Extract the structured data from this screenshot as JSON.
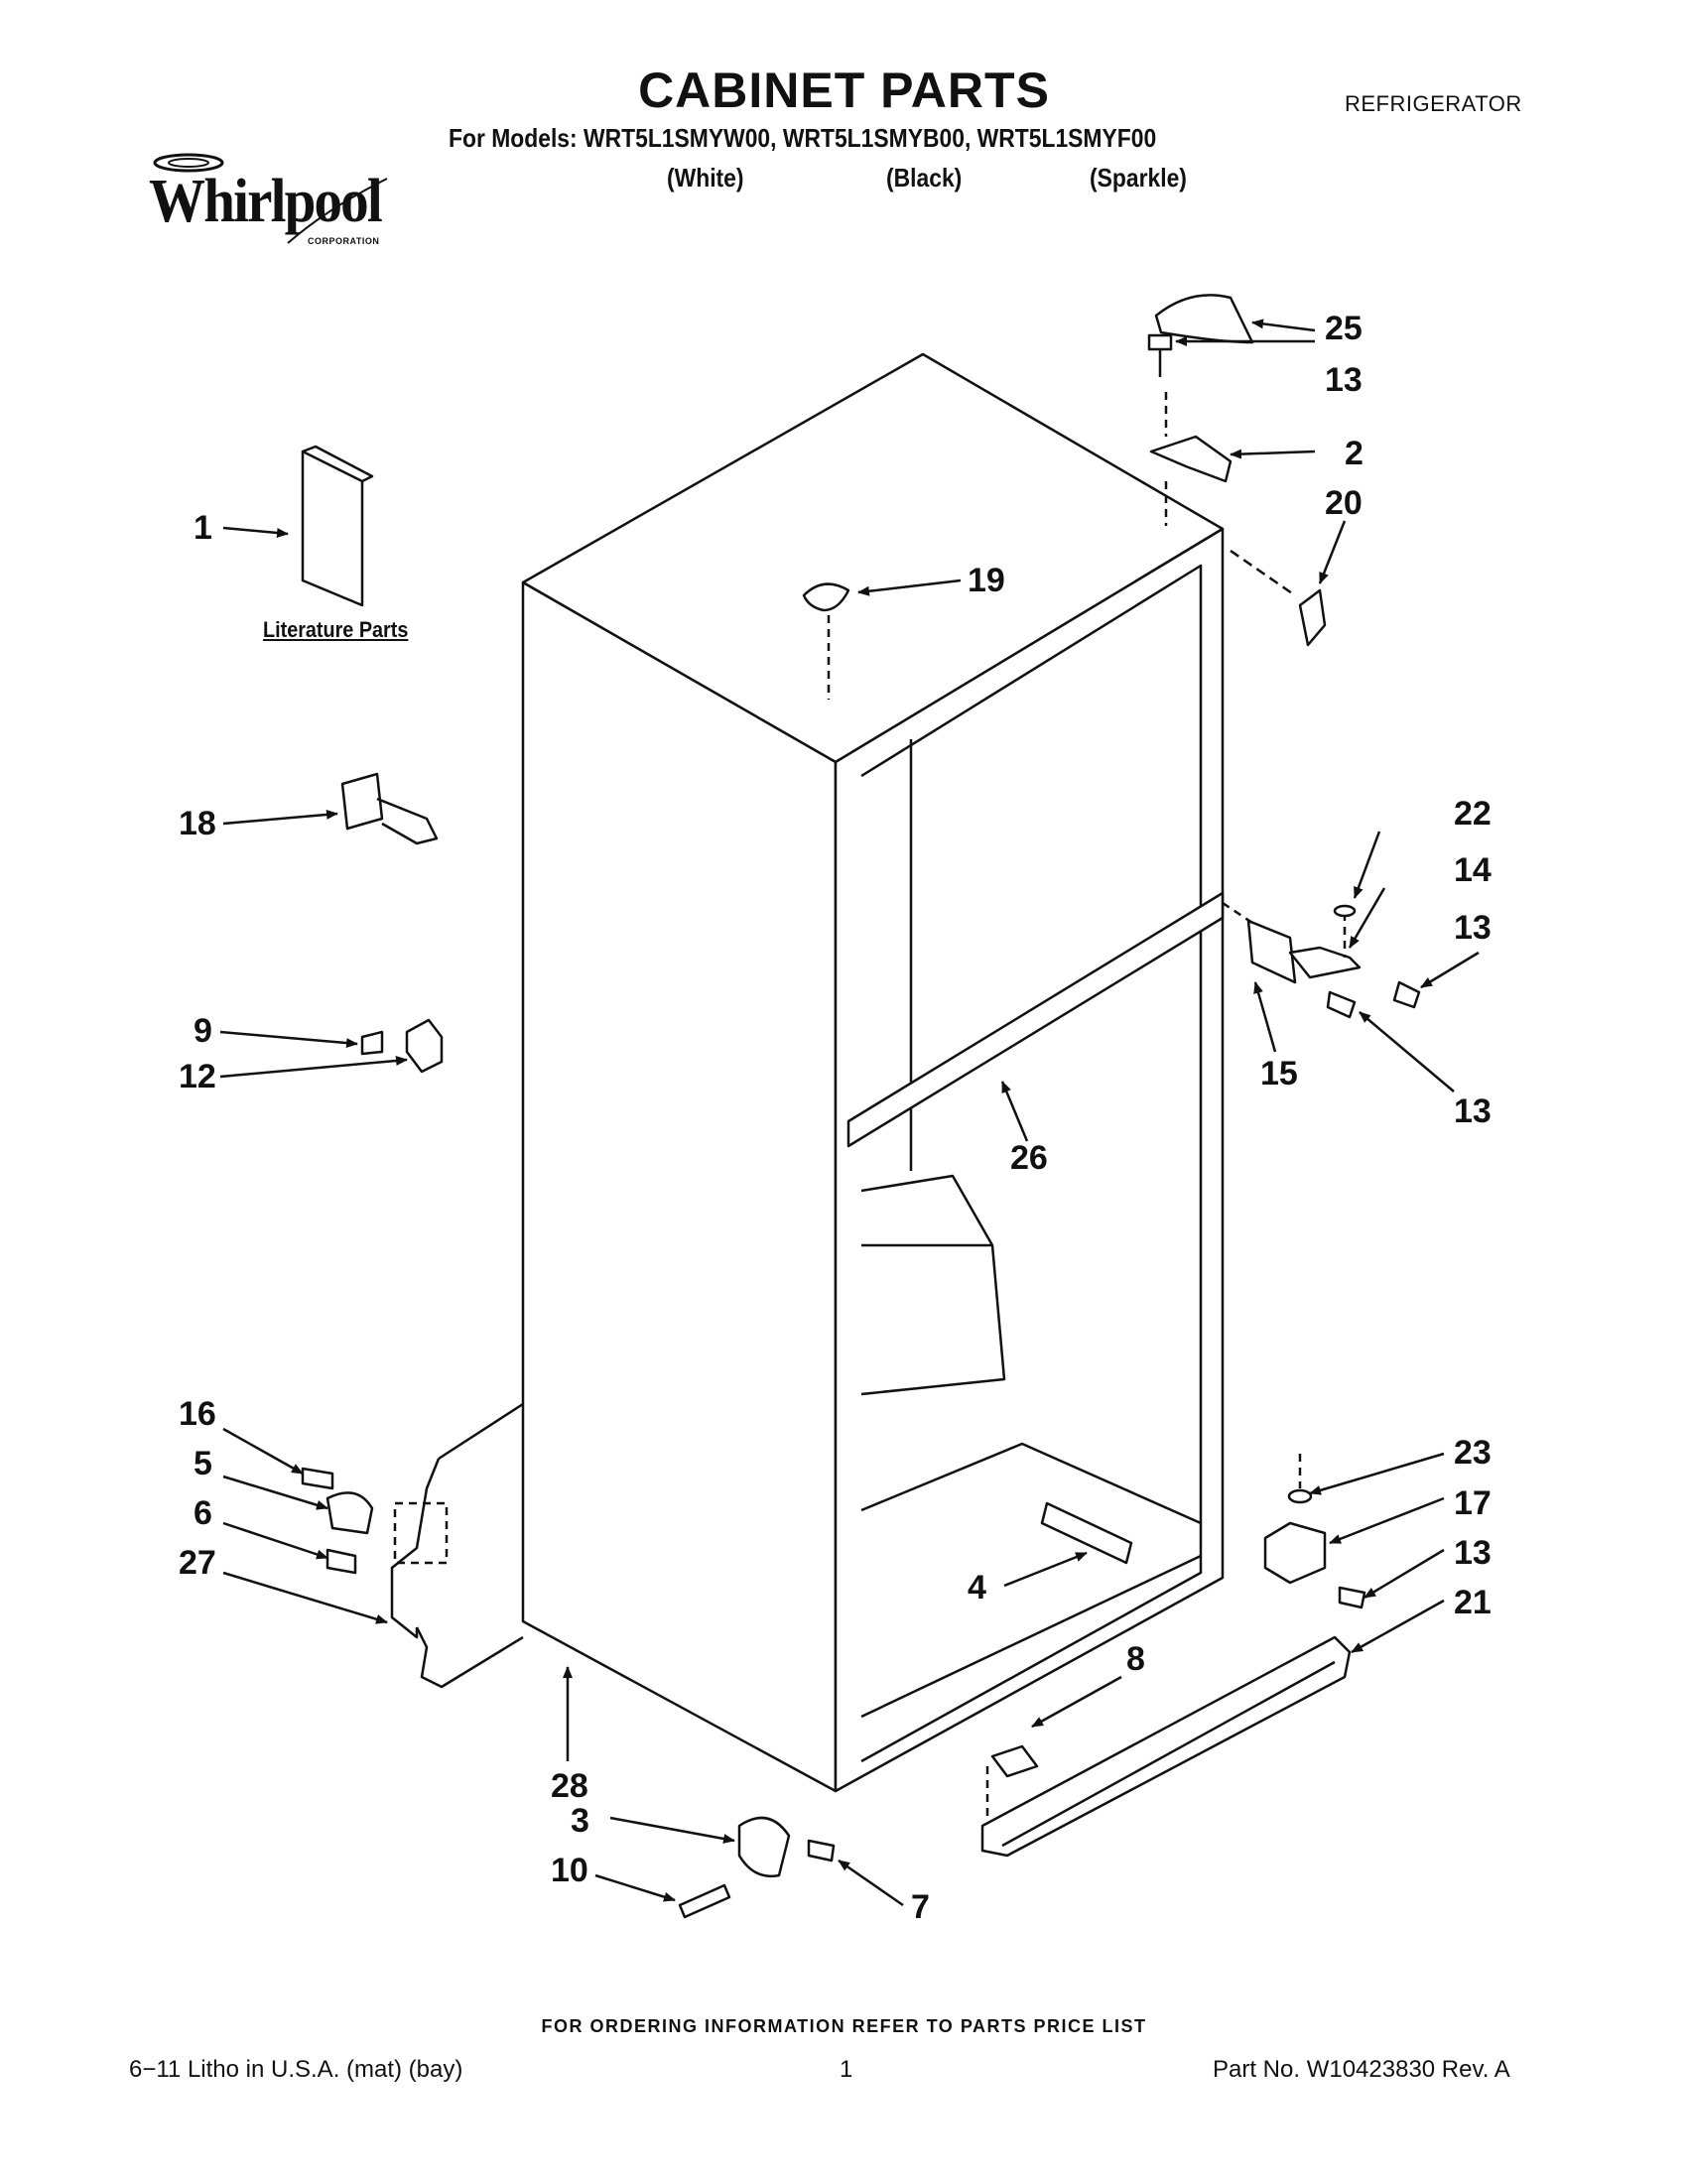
{
  "header": {
    "title": "CABINET PARTS",
    "appliance": "REFRIGERATOR",
    "models_line": "For Models: WRT5L1SMYW00, WRT5L1SMYB00, WRT5L1SMYF00",
    "colors": [
      "(White)",
      "(Black)",
      "(Sparkle)"
    ]
  },
  "logo": {
    "wordmark": "Whirlpool",
    "sub": "CORPORATION"
  },
  "diagram": {
    "literature_label": "Literature Parts",
    "callouts": [
      "25",
      "13",
      "2",
      "20",
      "1",
      "19",
      "18",
      "22",
      "14",
      "13",
      "15",
      "13",
      "9",
      "12",
      "26",
      "16",
      "5",
      "6",
      "27",
      "23",
      "17",
      "13",
      "21",
      "4",
      "8",
      "28",
      "3",
      "10",
      "7"
    ]
  },
  "footer": {
    "order_note": "FOR ORDERING INFORMATION REFER TO PARTS PRICE LIST",
    "left": "6−11 Litho in U.S.A. (mat) (bay)",
    "center": "1",
    "right": "Part No. W10423830 Rev. A"
  }
}
